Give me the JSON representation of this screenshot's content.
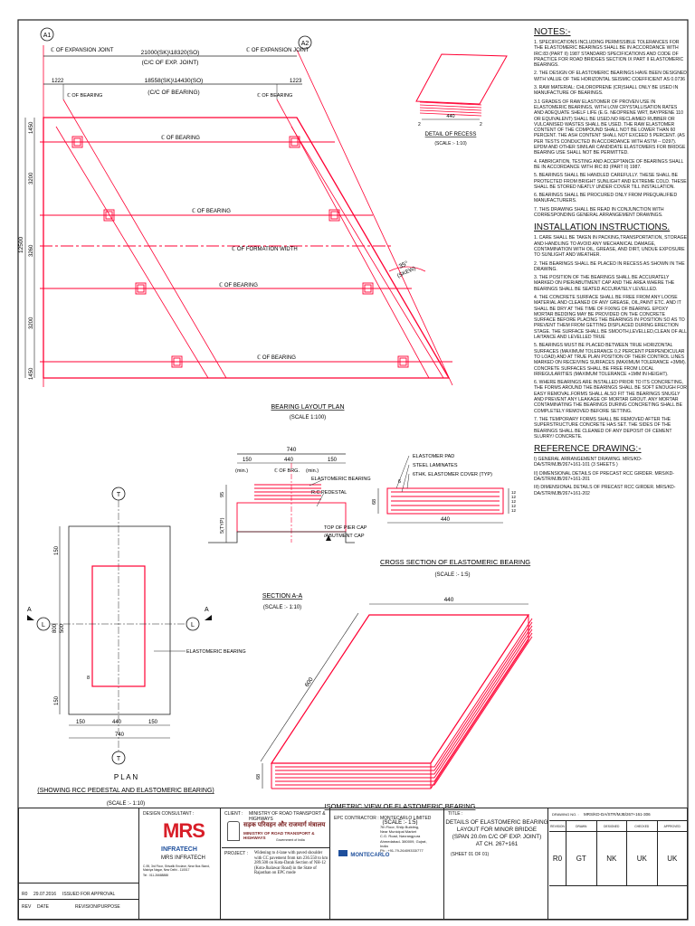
{
  "colors": {
    "line": "#ff0033",
    "ink": "#111111",
    "dim": "#222222",
    "brand_red": "#d81e28",
    "brand_blue": "#1e4f9c"
  },
  "plan": {
    "grid_a1": "A1",
    "grid_a2": "A2",
    "expansion_joint": "ℂ OF EXPANSION JOINT",
    "exp_span": "21000(SK)\\18320(SO)",
    "exp_span_sub": "(C/C OF EXP. JOINT)",
    "bearing_span": "18558(SK)\\14430(SO)",
    "bearing_span_sub": "(C/C OF BEARING)",
    "end_dim_left": "1222",
    "end_dim_right": "1223",
    "cl_bearing": "ℂ OF BEARING",
    "cl_formation": "ℂ OF FORMATION WIDTH",
    "skew": "35°",
    "skew_sub": "(SKEW)",
    "total_width": "12500",
    "left_dims": [
      "1450",
      "3200",
      "3260",
      "3200",
      "1450"
    ],
    "title": "BEARING LAYOUT PLAN",
    "scale": "(SCALE 1:100)"
  },
  "recess": {
    "dim": "440",
    "end_left": "2",
    "end_right": "2",
    "title": "DETAIL OF RECESS",
    "scale": "(SCALE :- 1:10)"
  },
  "section_aa": {
    "top_dim": "740",
    "d1": "150",
    "d2": "440",
    "d3": "150",
    "min_left": "(min.)",
    "min_right": "(min.)",
    "cl_brg": "ℂ OF BRG.",
    "label_bearing": "ELASTOMERIC BEARING",
    "label_pedestal": "R.C.PEDESTAL",
    "side_dim": "95",
    "side_dim2": "5(TYP)",
    "pier_top": "TOP OF PIER CAP",
    "pier_sub": "/ABUTMENT CAP",
    "title": "SECTION A-A",
    "scale": "(SCALE :- 1:10)"
  },
  "cross_section": {
    "label_pad": "ELASTOMER PAD",
    "label_steel": "STEEL LAMINATES",
    "label_cover": "6THK. ELASTOMER COVER (TYP)",
    "left_dim": "6",
    "height": "68",
    "width": "440",
    "layers": [
      "12",
      "12",
      "12",
      "12",
      "12"
    ],
    "title": "CROSS SECTION OF ELASTOMERIC BEARING",
    "scale": "(SCALE :- 1:5)"
  },
  "plan_detail": {
    "grid": "T",
    "section_letter": "A",
    "line_l": "L",
    "left_dims": [
      "150",
      "500",
      "800",
      "150"
    ],
    "bottom_dims": [
      "150",
      "440",
      "150"
    ],
    "bottom_total": "740",
    "corner": "8",
    "bearing_label": "ELASTOMERIC BEARING",
    "title": "P L A N",
    "subtitle": "(SHOWING RCC PEDESTAL AND ELASTOMERIC BEARING)",
    "scale": "(SCALE :- 1:10)"
  },
  "isometric": {
    "top_dim": "440",
    "side_dim": "600",
    "height": "68",
    "title": "ISOMETRIC VIEW OF ELASTOMERIC BEARING",
    "scale": "(SCALE :- 1:5)"
  },
  "notes": {
    "title": "NOTES:-",
    "items": [
      "1. SPECIFICATIONS INCLUDING PERMISSIBLE TOLERANCES FOR THE ELASTOMERIC BEARINGS SHALL BE IN ACCORDANCE WITH IRC:83 (PART II) 1987 STANDARD SPECIFICATIONS AND CODE OF PRACTICE FOR ROAD BRIDGES SECTION IX PART II ELASTOMERIC BEARINGS.",
      "2. THE DESIGN OF ELASTOMERIC BEARINGS HAVE BEEN DESIGNED WITH VALUE OF THE HORIZONTAL SEISMIC COEFFICIENT AS 0.0736",
      "3. RAW MATERIAL: CHLOROPRENE (CR)SHALL ONLY BE USED IN MANUFACTURE OF BEARINGS.",
      "3.1 GRADES OF RAW ELASTOMER OF PROVEN USE IN ELASTOMERIC BEARINGS, WITH LOW CRYSTALLISATION RATES AND ADEQUATE SHELF LIFE (E.G. NEOPRENE WRT, BAYPRENE 110 OR EQUIVALENT) SHALL BE USED.NO RECLAIMED RUBBER OR VULCANISED WASTES SHALL BE USED. THE RAW ELASTOMER CONTENT OF THE COMPOUND SHALL NOT BE LOWER THAN 60 PERCENT. THE ASH CONTENT SHALL NOT EXCEED 5 PERCENT. (AS PER TESTS CONDUCTED IN ACCORDANCE WITH ASTM -- D297). EPDM AND OTHER SIMILAR CANDIDATE ELASTOMERS FOR BRIDGE BEARING USE SHALL NOT BE PERMITTED.",
      "4. FABRICATION, TESTING AND ACCEPTANCE OF BEARINGS SHALL BE IN ACCORDANCE WITH IRC:83 (PART II) 1987.",
      "5. BEARINGS SHALL BE HANDLED CAREFULLY. THESE SHALL BE PROTECTED FROM BRIGHT SUNLIGHT AND EXTREME COLD. THESE SHALL BE STORED NEATLY UNDER COVER TILL INSTALLATION.",
      "6. BEARINGS SHALL BE PROCURED ONLY FROM PREQUALIFIED MANUFACTURERS.",
      "7. THIS DRAWING SHALL BE READ IN CONJUNCTION WITH CORRESPONDING GENERAL ARRANGEMENT DRAWINGS."
    ]
  },
  "installation": {
    "title": "INSTALLATION INSTRUCTIONS.",
    "items": [
      "1. CARE SHALL BE TAKEN IN PACKING,TRANSPORTATION, STORAGE AND HANDLING TO AVOID ANY MECHANICAL DAMAGE, CONTAMINATION WITH OIL, GREASE, AND DIRT, UNDUE EXPOSURE TO SUNLIGHT AND WEATHER.",
      "2. THE BEARINGS SHALL BE PLACED IN RECESS AS SHOWN IN THE DRAWING.",
      "3. THE POSITION OF THE BEARINGS SHALL BE ACCURATELY MARKED ON PIER/ABUTMENT CAP AND THE AREA WHERE THE BEARINGS SHALL BE SEATED ACCURATELY LEVELLED.",
      "4. THE CONCRETE SURFACE SHALL BE FREE FROM ANY LOOSE MATERIAL AND CLEANED OF ANY GREASE, OIL,PAINT ETC. AND IT SHALL BE DRY AT THE TIME OF FIXING OF BEARING. EPOXY MORTAR BEDDING MAY BE PROVIDED ON THE CONCRETE SURFACE BEFORE PLACING THE BEARINGS IN POSITION SO AS TO PREVENT THEM FROM GETTING DISPLACED DURING ERECTION STAGE. THE SURFACE SHALL BE SMOOTH,LEVELLED,CLEAN OF ALL LAITANCE AND LEVELLED TRUE",
      "5. BEARINGS MUST BE PLACED BETWEEN TRUE HORIZONTAL SURFACES (MAXIMUM TOLERANCE 0.2 PERCENT PERPENDICULAR TO LOAD) AND AT TRUE PLAN POSITION OF THEIR CONTROL LINES MARKED ON RECEIVING SURFACES (MAXIMUM TOLERANCE +3MM). CONCRETE SURFACES SHALL BE FREE FROM LOCAL IRREGULARITIES (MAXIMUM TOLERANCE +1MM IN HEIGHT).",
      "6. WHERE BEARINGS ARE INSTALLED PRIOR TO ITS CONCRETING, THE FORMS AROUND THE BEARINGS SHALL BE SOFT ENOUGH FOR EASY REMOVAL.FORMS SHALL ALSO FIT THE BEARINGS SNUGLY AND PREVENT ANY LEAKAGE OF MORTAR GROUT. ANY MORTAR CONTAMINATING THE BEARINGS DURING CONCRETING SHALL BE COMPLETELY REMOVED BEFORE SETTING.",
      "7. THE TEMPORARY FORMS SHALL BE REMOVED AFTER THE SUPERSTRUCTURE CONCRETE HAS SET. THE SIDES OF THE BEARINGS SHALL BE CLEANED OF ANY DEPOSIT OF CEMENT SLURRY/ CONCRETE."
    ]
  },
  "reference": {
    "title": "REFERENCE DRAWING:-",
    "items": [
      "I) GENERAL ARRANGEMENT DRAWING. MRS/KD-DA/STR/MJB/267+161-101 (3 SHEETS )",
      "II) DIMENSIONAL DETAILS OF PRECAST RCC GIRDER. MRS/KD-DA/STR/MJB/267+161-201",
      "III) DIMENSIONAL DETAILS OF PRECAST RCC GIRDER. MRS/KD-DA/STR/MJB/267+161-202"
    ]
  },
  "title_block": {
    "rev_row": {
      "rev": "R0",
      "date": "29.07.2016",
      "purpose": "ISSUED FOR APPROVAL"
    },
    "rev_head": {
      "rev": "REV",
      "date": "DATE",
      "purpose": "REVISION/PURPOSE"
    },
    "design_consultant": "DESIGN CONSULTANT :",
    "logo_text": "MRS",
    "logo_sub": "INFRATECH",
    "company": "MRS INFRATECH",
    "company_addr": "C-95, 3rd Floor, Shivalik Enclave, Near Bus Stand, Malviya Nagar, New Delhi - 110017",
    "company_tel": "Tel : 011-26688888",
    "client_label": "CLIENT :",
    "client": "MINISTRY OF ROAD TRANSPORT & HIGHWAYS",
    "client_hindi": "सड़क परिवहन और राजमार्ग मंत्रालय",
    "client_en": "MINISTRY OF ROAD TRANSPORT & HIGHWAYS",
    "client_sub": "Government of India",
    "project_label": "PROJECT :",
    "project": "Widening to 4-lane with paved shoulder with CC pavement from km 236.550 to km 289.500 on Kota-Darah Section of NH-12 (Kota-Jhalawar Road) in the State of Rajasthan on EPC mode",
    "epc_label": "EPC CONTRACTOR :",
    "epc": "MONTECARLO LIMITED",
    "epc_addr": [
      "7th Floor, Shilp Building,",
      "Near Municipal Market",
      "C.G. Road, Navrangpura",
      "Ahmedabad- 380009, Gujrat,",
      "India",
      "Ph : +91-79-26409333/777"
    ],
    "epc_logo": "MONTECARLO",
    "title_label": "TITLE :",
    "title_lines": [
      "DETAILS OF ELASTOMERIC BEARING",
      "LAYOUT FOR MINOR BRIDGE",
      "(SPAN 20.0m C/C OF EXP. JOINT)",
      "AT CH. 267+161"
    ],
    "sheet": "(SHEET 01 OF 01)",
    "drawing_no_label": "DRAWING NO. :",
    "drawing_no": "MRS/KD-DA/STR/MJB/267+161-306",
    "heads": [
      "REVISION",
      "DRAWN",
      "DESIGNED",
      "CHECKED",
      "APPROVED"
    ],
    "vals": [
      "R0",
      "GT",
      "NK",
      "UK",
      "UK"
    ]
  }
}
